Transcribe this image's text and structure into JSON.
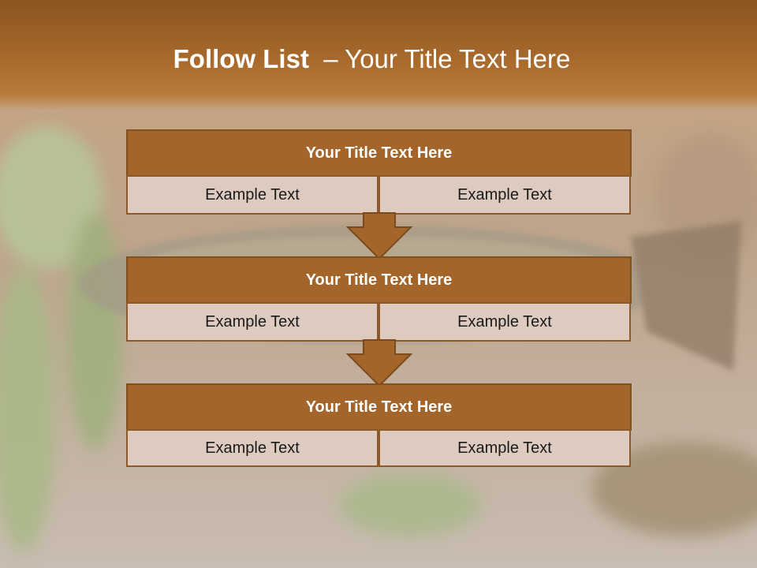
{
  "slide": {
    "title_bold": "Follow List",
    "title_rest": "  – Your Title Text Here"
  },
  "blocks": [
    {
      "title": "Your Title Text Here",
      "left_text": "Example Text",
      "right_text": "Example Text"
    },
    {
      "title": "Your Title Text Here",
      "left_text": "Example Text",
      "right_text": "Example Text"
    },
    {
      "title": "Your Title Text Here",
      "left_text": "Example Text",
      "right_text": "Example Text"
    }
  ],
  "colors": {
    "header_brown": "#a96a2c",
    "block_title_fill": "#a4652a",
    "cell_fill": "#dccbbe",
    "arrow_fill": "#a4652a"
  }
}
